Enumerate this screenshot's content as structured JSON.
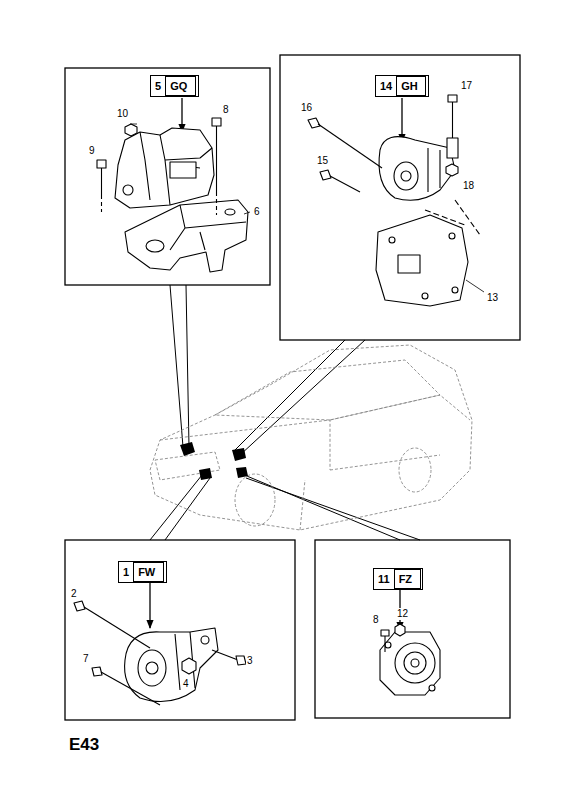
{
  "diagram": {
    "nodes": [
      {
        "text": [
          "5"
        ]
      },
      {
        "text": [
          "GQ"
        ],
        "in": 0
      },
      {
        "text": [
          "14"
        ]
      },
      {
        "text": [
          "GH"
        ],
        "in": 2
      },
      {
        "text": [
          "1"
        ]
      },
      {
        "text": [
          "FW"
        ],
        "in": 4
      },
      {
        "text": [
          "11"
        ]
      },
      {
        "text": [
          "FZ"
        ],
        "in": 6
      }
    ],
    "labels": [
      "10",
      "8",
      "9",
      "6",
      "16",
      "17",
      "15",
      "18",
      "13",
      "2",
      "3",
      "4",
      "7",
      "8",
      "12",
      "E43"
    ]
  }
}
